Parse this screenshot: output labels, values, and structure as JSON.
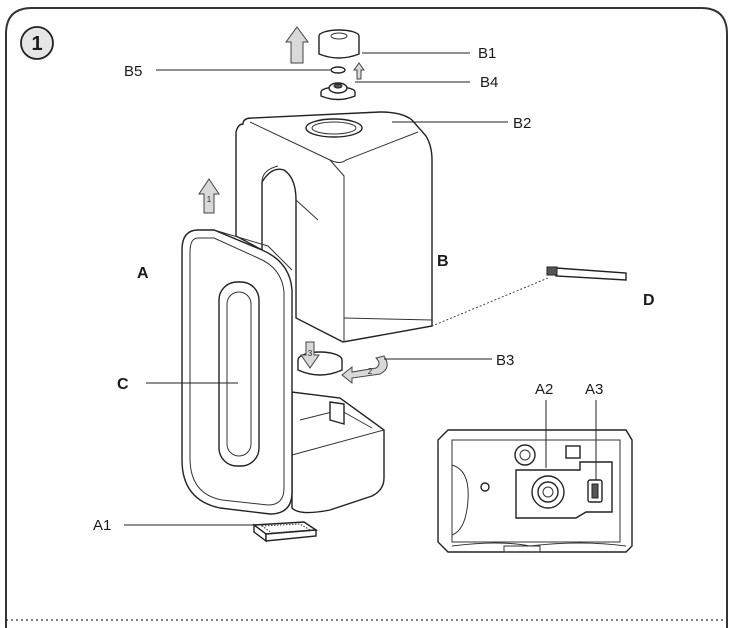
{
  "step": {
    "number": "1"
  },
  "labels": {
    "B1": "B1",
    "B2": "B2",
    "B3": "B3",
    "B4": "B4",
    "B5": "B5",
    "A": "A",
    "B": "B",
    "C": "C",
    "D": "D",
    "A1": "A1",
    "A2": "A2",
    "A3": "A3"
  },
  "arrow_numbers": {
    "one": "1",
    "two": "2",
    "three": "3"
  },
  "colors": {
    "border": "#333333",
    "arrow_fill": "#d9d9d9",
    "text": "#1a1a1a"
  }
}
